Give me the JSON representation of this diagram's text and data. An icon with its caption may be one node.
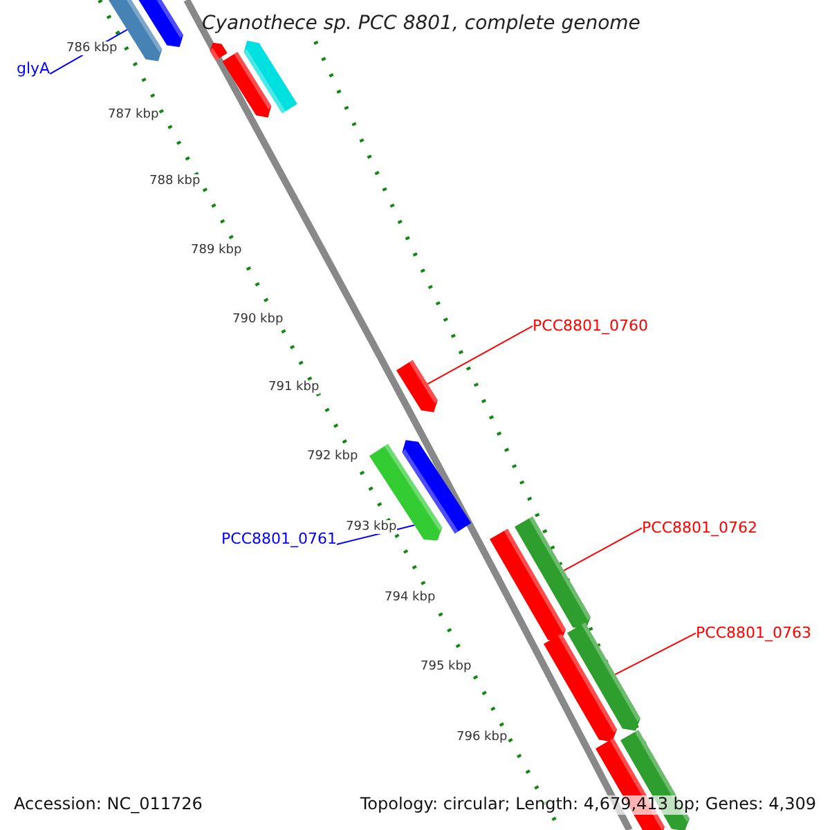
{
  "diagram": {
    "title": "Cyanothece sp. PCC 8801, complete genome",
    "nodes": [
      {
        "text": [
          "glyA"
        ]
      },
      {
        "text": [],
        "shape": "bar"
      },
      {
        "text": [
          "PCC8801_0760"
        ]
      },
      {
        "text": [],
        "shape": "bar"
      },
      {
        "text": [
          "PCC8801_0761"
        ]
      },
      {
        "text": [],
        "shape": "bar"
      },
      {
        "text": [
          "PCC8801_0762"
        ]
      },
      {
        "text": [],
        "shape": "bar"
      },
      {
        "text": [
          "PCC8801_0763"
        ]
      },
      {
        "text": [],
        "shape": "bar"
      },
      {
        "text": [],
        "shape": "bar"
      },
      {
        "text": [],
        "shape": "bar"
      },
      {
        "text": [],
        "shape": "bar"
      },
      {
        "text": [],
        "shape": "bar"
      },
      {
        "text": [],
        "shape": "bar"
      },
      {
        "text": [],
        "shape": "bar"
      },
      {
        "text": [],
        "shape": "bar"
      },
      {
        "text": [],
        "shape": "bar"
      },
      {
        "text": [],
        "shape": "bar"
      }
    ],
    "edges": [
      {
        "from": 0,
        "to": 1,
        "arrow": "none",
        "color": "#0000ff"
      },
      {
        "from": 2,
        "to": 3,
        "arrow": "none"
      },
      {
        "from": 4,
        "to": 5,
        "arrow": "none",
        "color": "#0000ff"
      },
      {
        "from": 6,
        "to": 7,
        "arrow": "none"
      },
      {
        "from": 8,
        "to": 9,
        "arrow": "none"
      }
    ],
    "labels": [
      "786 kbp",
      "787 kbp",
      "788 kbp",
      "789 kbp",
      "790 kbp",
      "791 kbp",
      "792 kbp",
      "793 kbp",
      "794 kbp",
      "795 kbp",
      "796 kbp",
      "Accession: NC_011726",
      "Topology: circular; Length: 4,679,413 bp; Genes: 4,309"
    ]
  }
}
